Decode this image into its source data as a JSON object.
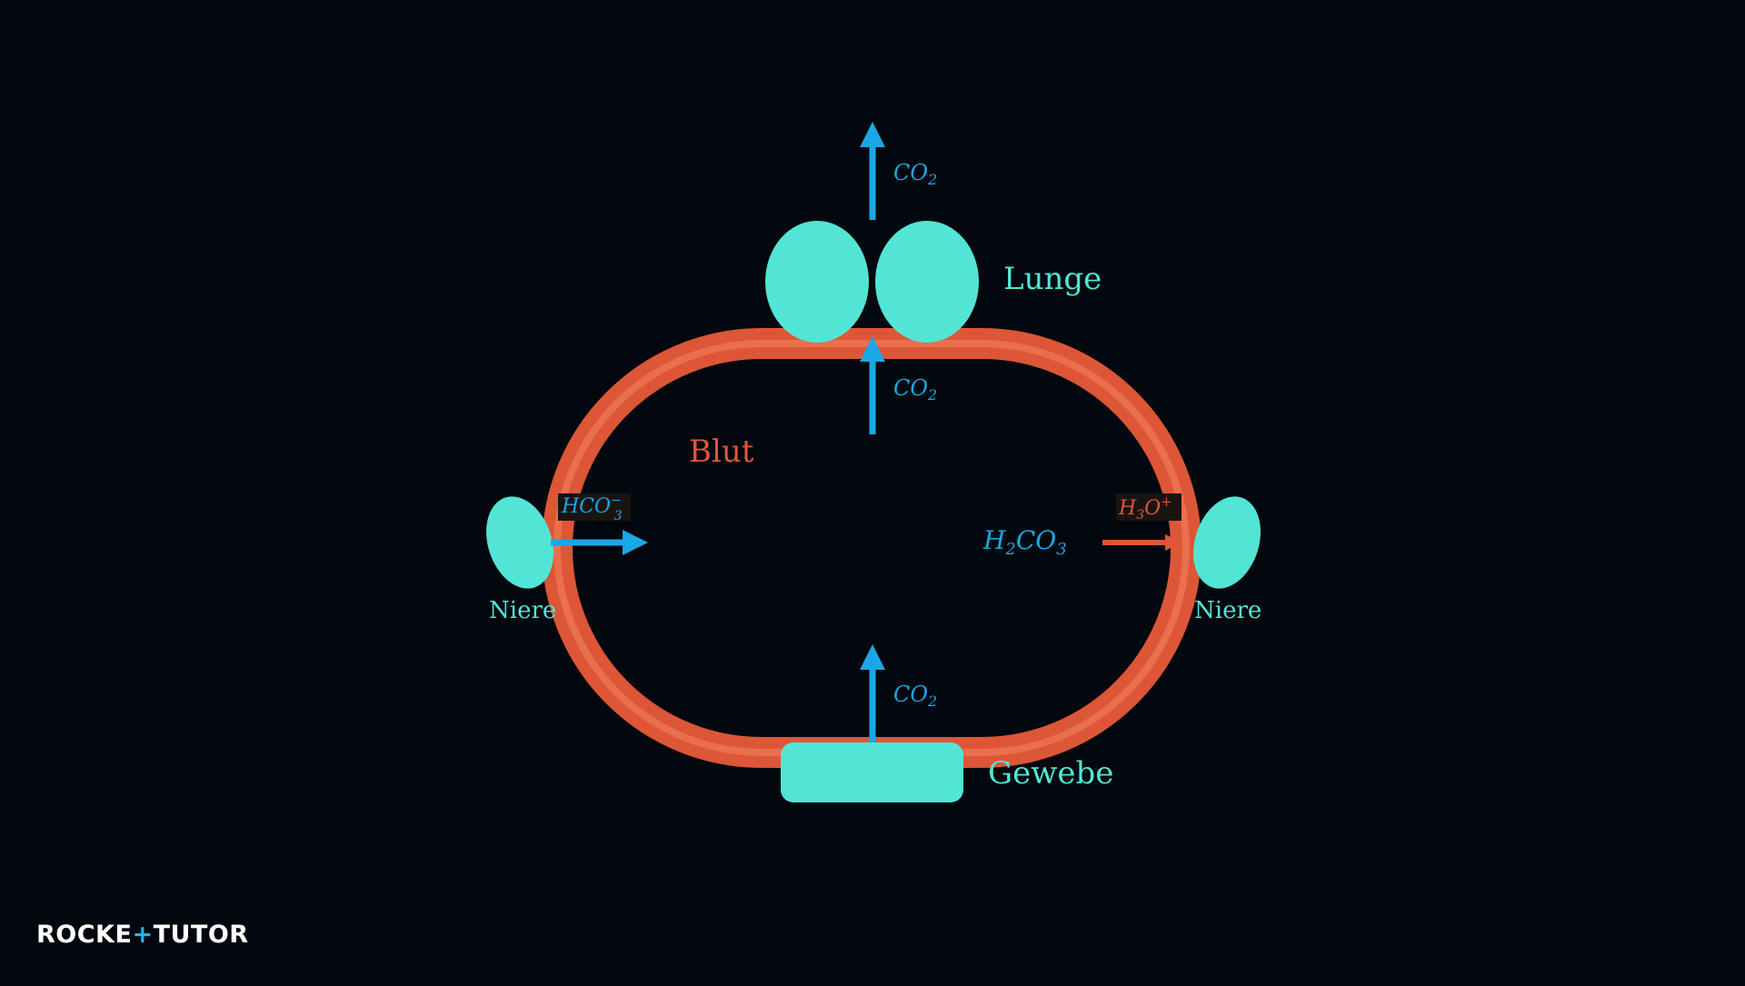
{
  "colors": {
    "background": "#03080e",
    "organ": "#52e5d6",
    "blood_vessel": "#dd5637",
    "blood_vessel_highlight": "#ec7350",
    "arrow": "#1aa7e6",
    "blood_label": "#dd5637",
    "acid_label": "#dd5637",
    "logo_accent": "#25b3ea"
  },
  "labels": {
    "lung": "Lunge",
    "blood": "Blut",
    "tissue": "Gewebe",
    "kidney_left": "Niere",
    "kidney_right": "Niere"
  },
  "molecules": {
    "co2_exhaled": {
      "base": "CO",
      "sub": "2"
    },
    "co2_to_lung": {
      "base": "CO",
      "sub": "2"
    },
    "co2_tissue": {
      "base": "CO",
      "sub": "2"
    },
    "bicarbonate": {
      "base": "HCO",
      "sub": "3",
      "sup": "−"
    },
    "carbonic_acid": {
      "a": "H",
      "a_sub": "2",
      "b": "CO",
      "b_sub": "3"
    },
    "hydronium": {
      "a": "H",
      "a_sub": "3",
      "b": "O",
      "b_sup": "+"
    }
  },
  "logo": {
    "part1": "ROCKE",
    "plus": "+",
    "part2": "TUTO",
    "end": "R"
  },
  "icons": {
    "lung": "lung-icon",
    "kidney": "kidney-icon",
    "tissue": "tissue-icon",
    "arrow": "arrow-up-icon"
  }
}
